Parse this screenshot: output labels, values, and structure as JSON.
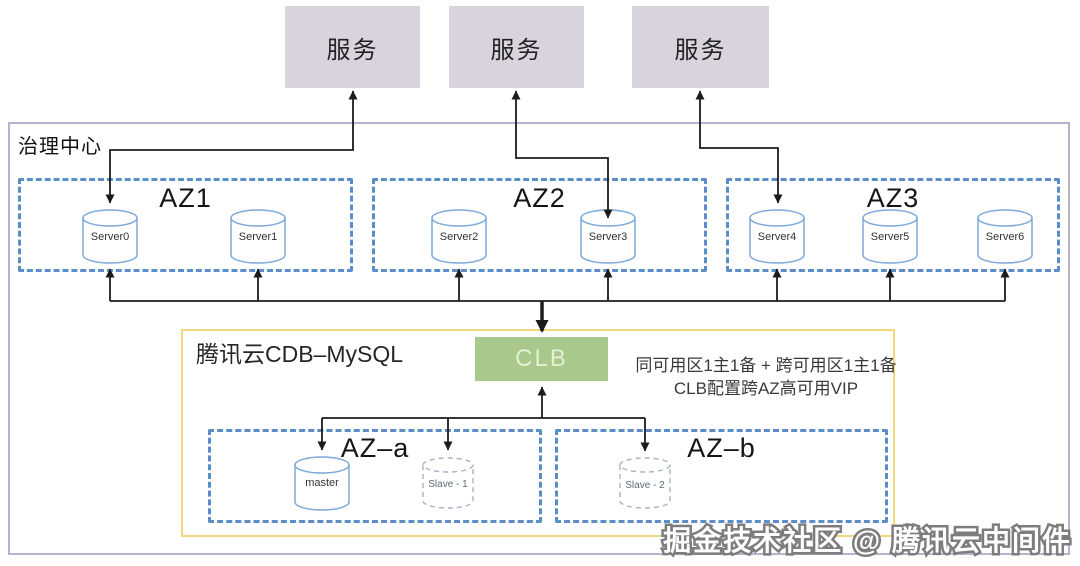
{
  "services": [
    {
      "label": "服务"
    },
    {
      "label": "服务"
    },
    {
      "label": "服务"
    }
  ],
  "governance": {
    "title": "治理中心"
  },
  "zones": [
    {
      "name": "AZ1",
      "servers": [
        "Server0",
        "Server1"
      ]
    },
    {
      "name": "AZ2",
      "servers": [
        "Server2",
        "Server3"
      ]
    },
    {
      "name": "AZ3",
      "servers": [
        "Server4",
        "Server5",
        "Server6"
      ]
    }
  ],
  "cdb": {
    "title": "腾讯云CDB–MySQL",
    "clb_label": "CLB",
    "note_line1": "同可用区1主1备 + 跨可用区1主1备",
    "note_line2": "CLB配置跨AZ高可用VIP",
    "db_zones": [
      {
        "name": "AZ–a",
        "nodes": [
          {
            "label": "master",
            "style": "solid"
          },
          {
            "label": "Slave - 1",
            "style": "dashed"
          }
        ]
      },
      {
        "name": "AZ–b",
        "nodes": [
          {
            "label": "Slave - 2",
            "style": "dashed"
          }
        ]
      }
    ]
  },
  "watermark": "掘金技术社区 @ 腾讯云中间件",
  "colors": {
    "service_fill": "#d8d3dd",
    "outer_border": "#b5b3cd",
    "dash_blue": "#5b8ec9",
    "yellow": "#f2d87d",
    "clb_fill": "#a9c88c",
    "clb_text": "#e3f0d2",
    "cylinder_stroke": "#7ea9da",
    "slave_stroke": "#a5b3c4",
    "arrow": "#1c1c1c"
  }
}
